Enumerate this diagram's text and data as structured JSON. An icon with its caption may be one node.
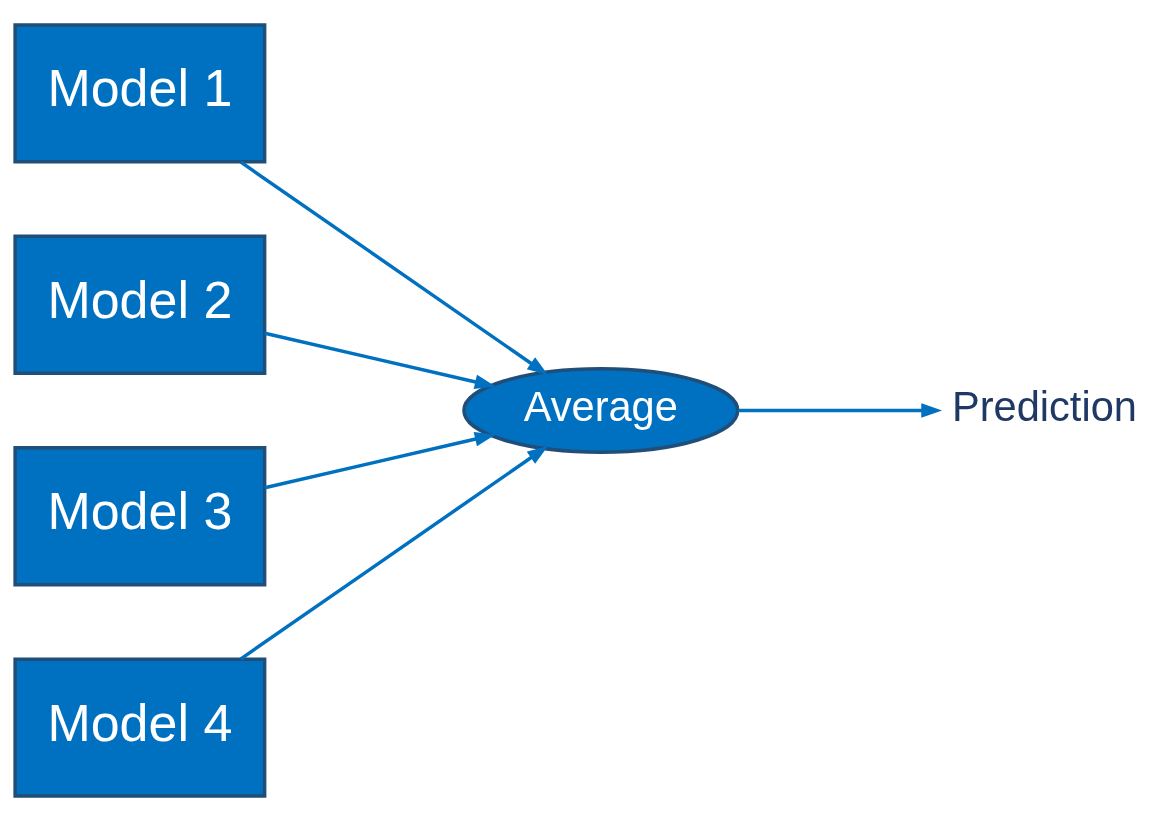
{
  "diagram": {
    "nodes": [
      {
        "text": [
          "Model 1"
        ]
      },
      {
        "text": [
          "Model 2"
        ]
      },
      {
        "text": [
          "Model 3"
        ]
      },
      {
        "text": [
          "Model 4"
        ]
      },
      {
        "text": [
          "Average"
        ]
      },
      {
        "text": [
          "Prediction"
        ]
      }
    ],
    "edges": [
      {
        "from": 0,
        "to": 4,
        "arrow": "to"
      },
      {
        "from": 1,
        "to": 4,
        "arrow": "to"
      },
      {
        "from": 2,
        "to": 4,
        "arrow": "to"
      },
      {
        "from": 3,
        "to": 4,
        "arrow": "to"
      },
      {
        "from": 4,
        "to": 5,
        "arrow": "to"
      }
    ]
  }
}
